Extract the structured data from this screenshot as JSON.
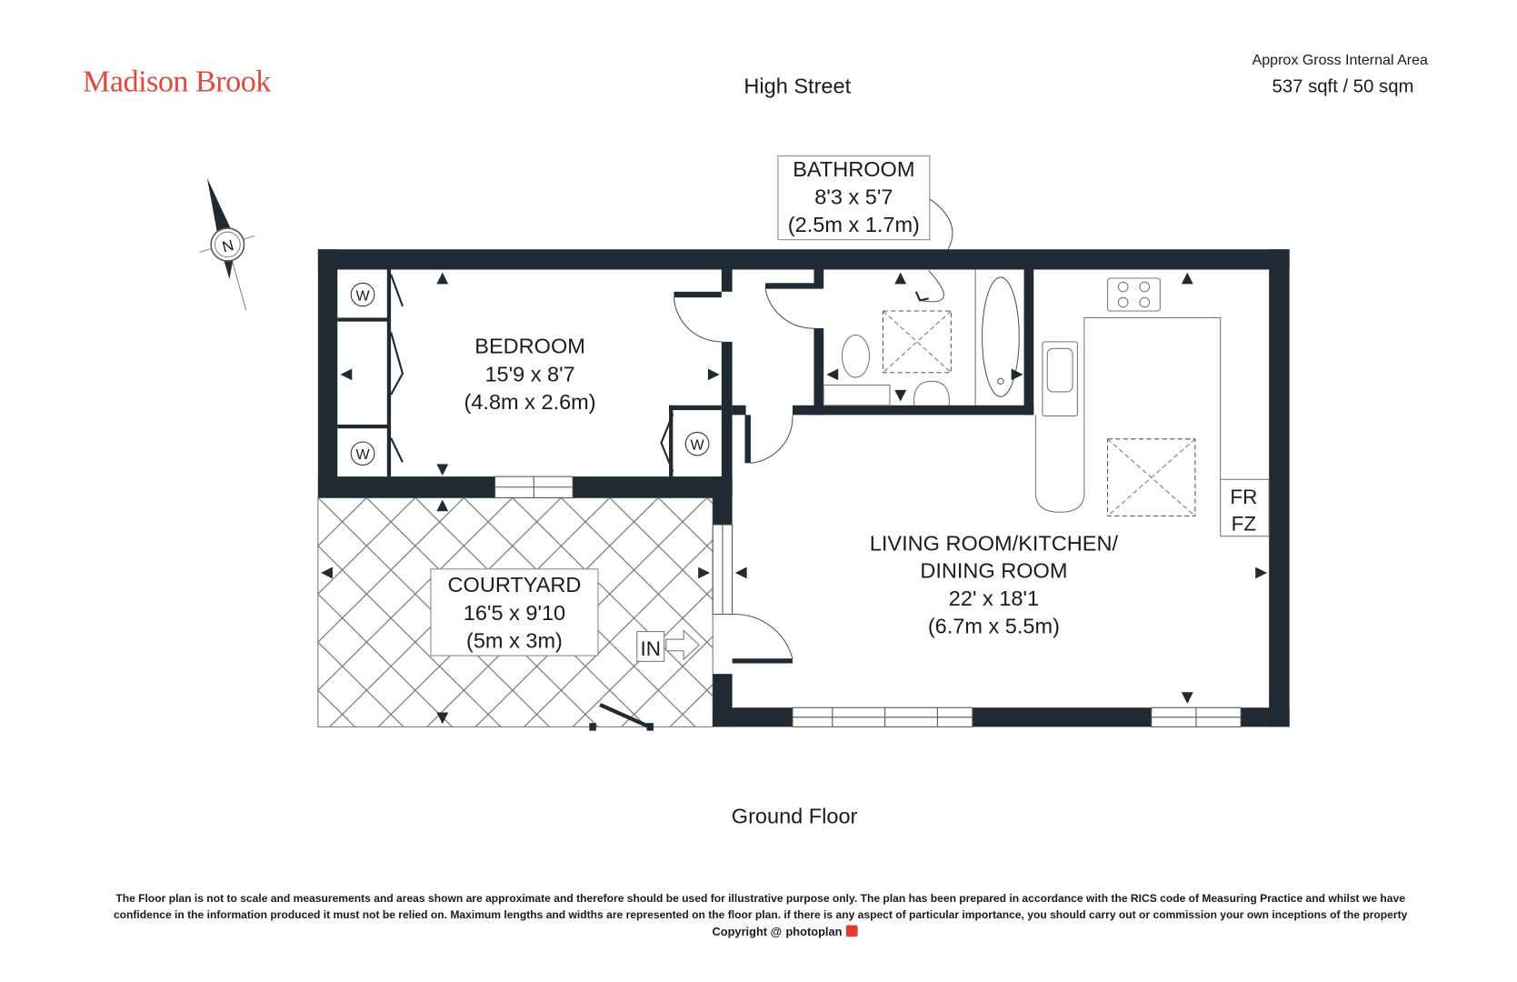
{
  "header": {
    "logo": "Madison Brook",
    "title": "High Street",
    "area_label": "Approx Gross Internal Area",
    "area_value": "537 sqft / 50 sqm"
  },
  "compass": {
    "letter": "N"
  },
  "rooms": [
    {
      "name": "BATHROOM",
      "imperial": "8'3 x 5'7",
      "metric": "(2.5m x 1.7m)"
    },
    {
      "name": "BEDROOM",
      "imperial": "15'9 x 8'7",
      "metric": "(4.8m x 2.6m)"
    },
    {
      "name": "COURTYARD",
      "imperial": "16'5 x 9'10",
      "metric": "(5m x 3m)"
    },
    {
      "name": "LIVING ROOM/KITCHEN/",
      "name2": "DINING ROOM",
      "imperial": "22' x 18'1",
      "metric": "(6.7m x 5.5m)"
    }
  ],
  "fixtures": {
    "wardrobe": "W",
    "fridge_line1": "FR",
    "fridge_line2": "FZ",
    "entrance": "IN"
  },
  "floor_label": "Ground Floor",
  "footer": {
    "line1": "The Floor plan is not to scale and measurements and areas shown are approximate and therefore should be used for illustrative purpose only. The plan has been prepared in accordance with the RICS code of Measuring Practice and whilst we have",
    "line2": "confidence in the information produced it must not be relied on. Maximum  lengths and widths are represented on the floor plan. if there is any aspect of particular importance, you should carry out or commission your own inceptions of the property",
    "copyright": "Copyright @",
    "brand": "photoplan"
  },
  "colors": {
    "logo": "#e0493f",
    "wall": "#1f2a33",
    "brand_badge": "#e53935"
  }
}
